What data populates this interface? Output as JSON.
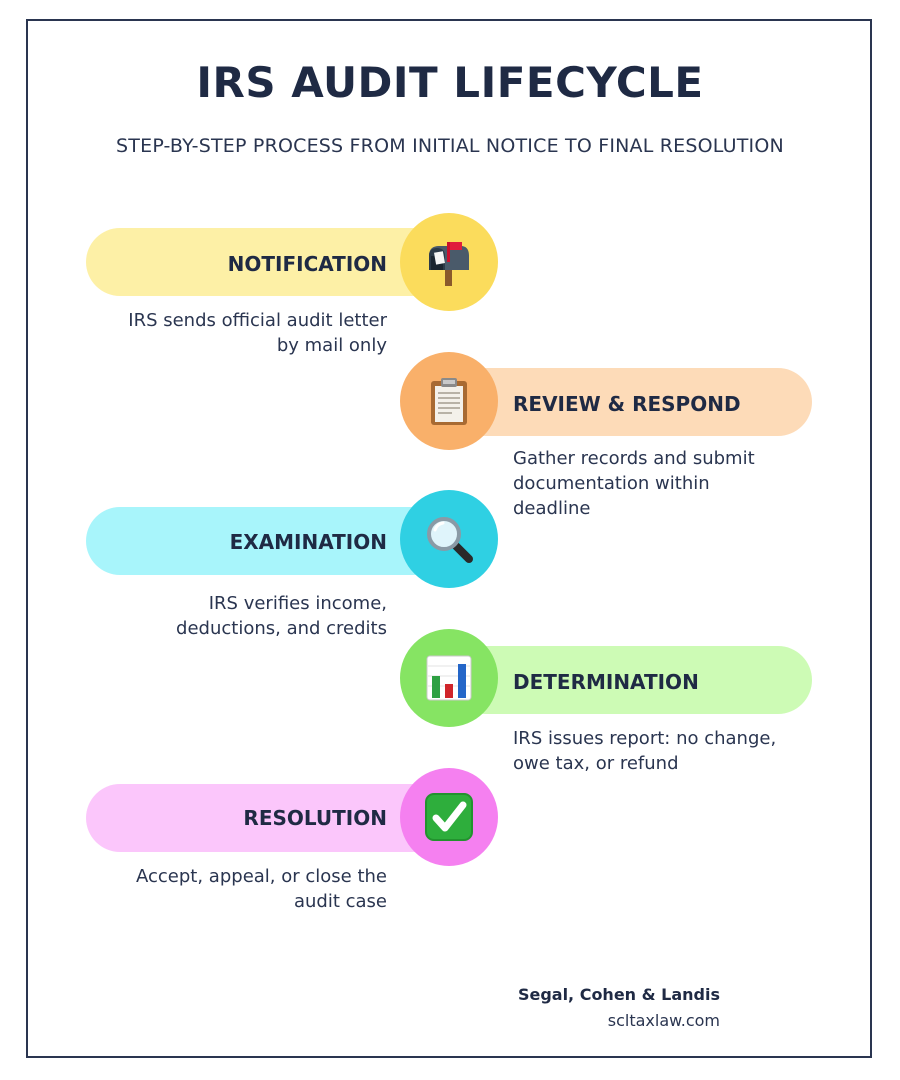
{
  "header": {
    "title": "IRS AUDIT LIFECYCLE",
    "subtitle": "STEP-BY-STEP PROCESS FROM INITIAL NOTICE TO FINAL RESOLUTION"
  },
  "steps": [
    {
      "label": "NOTIFICATION",
      "description_lines": [
        "IRS sends official audit letter",
        "by mail only"
      ],
      "icon": "mailbox-icon",
      "pill_color": "#fdf0a6",
      "circle_color": "#fbdc5c"
    },
    {
      "label": "REVIEW & RESPOND",
      "description_lines": [
        "Gather records and submit",
        "documentation within",
        "deadline"
      ],
      "icon": "clipboard-icon",
      "pill_color": "#fddbb8",
      "circle_color": "#f9b06a"
    },
    {
      "label": "EXAMINATION",
      "description_lines": [
        "IRS verifies income,",
        "deductions, and credits"
      ],
      "icon": "magnifier-icon",
      "pill_color": "#a8f5fb",
      "circle_color": "#2fd0e3"
    },
    {
      "label": "DETERMINATION",
      "description_lines": [
        "IRS issues report: no change,",
        "owe tax, or refund"
      ],
      "icon": "bar-chart-icon",
      "pill_color": "#cdfbb5",
      "circle_color": "#86e463"
    },
    {
      "label": "RESOLUTION",
      "description_lines": [
        "Accept, appeal, or close the",
        "audit case"
      ],
      "icon": "check-mark-icon",
      "pill_color": "#fbc6fb",
      "circle_color": "#f580f0"
    }
  ],
  "footer": {
    "firm": "Segal, Cohen & Landis",
    "url": "scltaxlaw.com"
  }
}
